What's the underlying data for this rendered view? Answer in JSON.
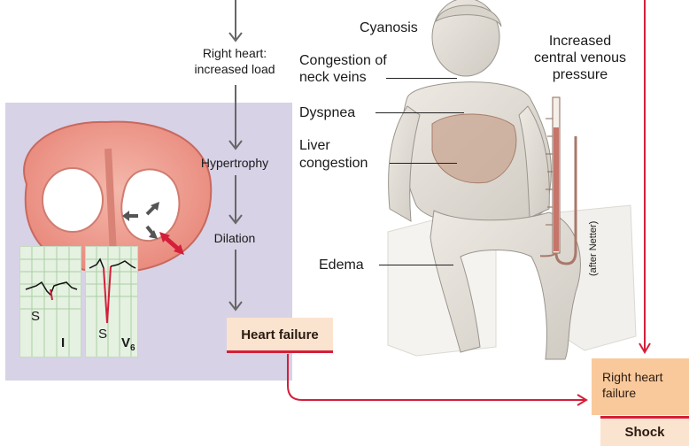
{
  "flow": {
    "step1": "Right heart:",
    "step1b": "increased load",
    "step2": "Hypertrophy",
    "step3": "Dilation"
  },
  "boxes": {
    "heart_failure": "Heart failure",
    "right_heart_failure_1": "Right heart",
    "right_heart_failure_2": "failure",
    "shock": "Shock"
  },
  "patient_labels": {
    "cyanosis": "Cyanosis",
    "neck_veins_1": "Congestion of",
    "neck_veins_2": "neck veins",
    "dyspnea": "Dyspnea",
    "liver_1": "Liver",
    "liver_2": "congestion",
    "edema": "Edema",
    "cvp_1": "Increased",
    "cvp_2": "central venous",
    "cvp_3": "pressure",
    "credit": "(after Netter)"
  },
  "ecg": {
    "lead1_wave": "S",
    "lead1_name": "I",
    "lead2_wave": "S",
    "lead2_name": "V",
    "lead2_sub": "6"
  },
  "colors": {
    "panel": "#d7d2e6",
    "accent_red": "#d41f3a",
    "box_light": "#fbe4cf",
    "box_orange": "#f9c99b",
    "arrow_gray": "#555555",
    "ecg_bg": "#e5f1e1"
  }
}
